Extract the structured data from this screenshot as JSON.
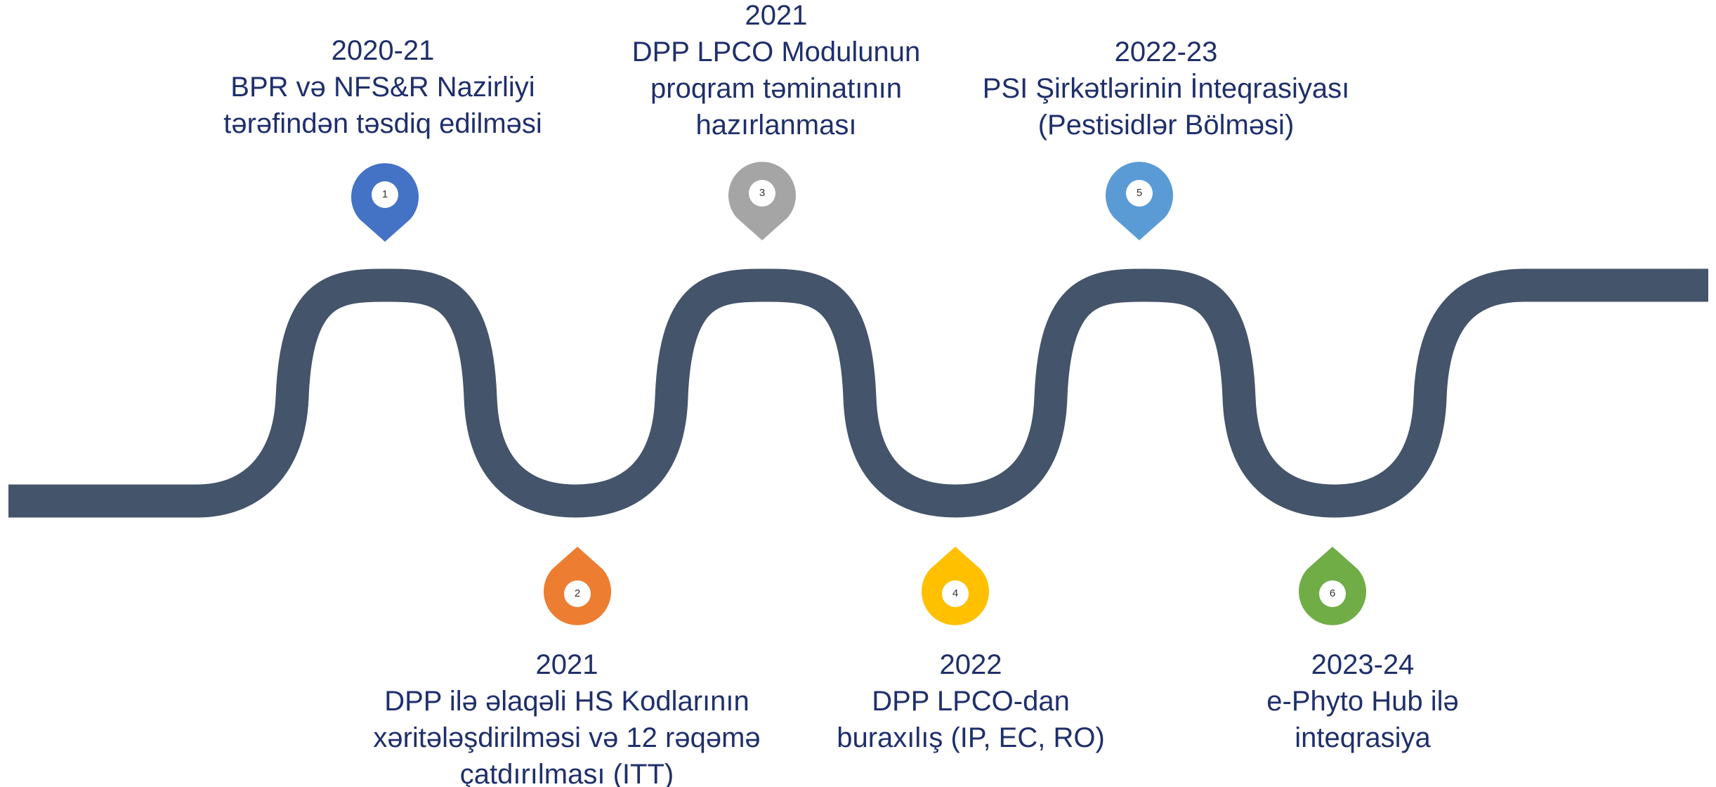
{
  "road": {
    "color": "#44546a"
  },
  "milestones": [
    {
      "number": "1",
      "color": "#4472c4",
      "year": "2020-21",
      "lines": [
        "BPR və NFS&R Nazirliyi",
        "tərəfindən təsdiq edilməsi"
      ]
    },
    {
      "number": "2",
      "color": "#ed7d31",
      "year": "2021",
      "lines": [
        "DPP ilə əlaqəli HS Kodlarının",
        "xəritələşdirilməsi və 12 rəqəmə",
        "çatdırılması (ITT)"
      ]
    },
    {
      "number": "3",
      "color": "#a5a5a5",
      "year": "2021",
      "lines": [
        "DPP LPCO Modulunun",
        "proqram təminatının",
        "hazırlanması"
      ]
    },
    {
      "number": "4",
      "color": "#ffc000",
      "year": "2022",
      "lines": [
        "DPP LPCO-dan",
        "buraxılış (IP, EC, RO)"
      ]
    },
    {
      "number": "5",
      "color": "#5b9bd5",
      "year": "2022-23",
      "lines": [
        "PSI Şirkətlərinin İnteqrasiyası",
        "(Pestisidlər Bölməsi)"
      ]
    },
    {
      "number": "6",
      "color": "#70ad47",
      "year": "2023-24",
      "lines": [
        "e-Phyto Hub ilə",
        "inteqrasiya"
      ]
    }
  ]
}
